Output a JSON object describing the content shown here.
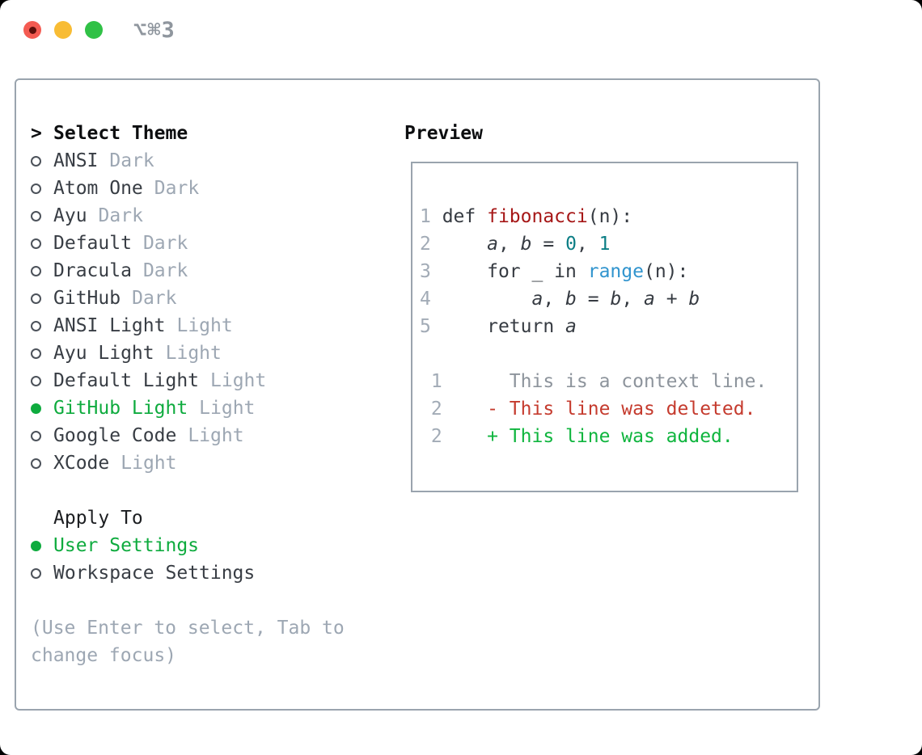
{
  "window": {
    "title": "⌥⌘3"
  },
  "colors": {
    "selection_green": "#0eab3e",
    "added_green": "#0fb53e",
    "deleted_red": "#c53b2e",
    "function_red": "#a61717",
    "number_teal": "#0c7e85",
    "builtin_blue": "#3094ce",
    "muted_gray": "#9da7b3",
    "panel_border": "#9aa4ae",
    "traffic_red": "#f45b52",
    "traffic_yellow": "#f8bc34",
    "traffic_green": "#30c146"
  },
  "icons": {
    "cursor": ">",
    "radio_unselected": "circle-outline",
    "radio_selected": "circle-filled-green"
  },
  "theme_list": {
    "cursor": ">",
    "header": "Select Theme",
    "items": [
      {
        "name": "ANSI",
        "tag": "Dark",
        "selected": false
      },
      {
        "name": "Atom One",
        "tag": "Dark",
        "selected": false
      },
      {
        "name": "Ayu",
        "tag": "Dark",
        "selected": false
      },
      {
        "name": "Default",
        "tag": "Dark",
        "selected": false
      },
      {
        "name": "Dracula",
        "tag": "Dark",
        "selected": false
      },
      {
        "name": "GitHub",
        "tag": "Dark",
        "selected": false
      },
      {
        "name": "ANSI Light",
        "tag": "Light",
        "selected": false
      },
      {
        "name": "Ayu Light",
        "tag": "Light",
        "selected": false
      },
      {
        "name": "Default Light",
        "tag": "Light",
        "selected": false
      },
      {
        "name": "GitHub Light",
        "tag": "Light",
        "selected": true
      },
      {
        "name": "Google Code",
        "tag": "Light",
        "selected": false
      },
      {
        "name": "XCode",
        "tag": "Light",
        "selected": false
      }
    ]
  },
  "apply_to": {
    "header": "Apply To",
    "items": [
      {
        "label": "User Settings",
        "selected": true
      },
      {
        "label": "Workspace Settings",
        "selected": false
      }
    ]
  },
  "help": {
    "text": "(Use Enter to select, Tab to change focus)"
  },
  "preview": {
    "header": "Preview",
    "lines": [
      {
        "segs": [
          {
            "t": "1 ",
            "c": "ln"
          },
          {
            "t": "def ",
            "c": "code"
          },
          {
            "t": "fibonacci",
            "c": "fn"
          },
          {
            "t": "(n):",
            "c": "code"
          }
        ]
      },
      {
        "segs": [
          {
            "t": "2 ",
            "c": "ln"
          },
          {
            "t": "    ",
            "c": "code"
          },
          {
            "t": "a",
            "c": "var"
          },
          {
            "t": ", ",
            "c": "code"
          },
          {
            "t": "b",
            "c": "var"
          },
          {
            "t": " = ",
            "c": "code"
          },
          {
            "t": "0",
            "c": "num"
          },
          {
            "t": ", ",
            "c": "code"
          },
          {
            "t": "1",
            "c": "num"
          }
        ]
      },
      {
        "segs": [
          {
            "t": "3 ",
            "c": "ln"
          },
          {
            "t": "    for _ in ",
            "c": "code"
          },
          {
            "t": "range",
            "c": "call"
          },
          {
            "t": "(n):",
            "c": "code"
          }
        ]
      },
      {
        "segs": [
          {
            "t": "4 ",
            "c": "ln"
          },
          {
            "t": "        ",
            "c": "code"
          },
          {
            "t": "a",
            "c": "var"
          },
          {
            "t": ", ",
            "c": "code"
          },
          {
            "t": "b",
            "c": "var"
          },
          {
            "t": " = ",
            "c": "code"
          },
          {
            "t": "b",
            "c": "var"
          },
          {
            "t": ", ",
            "c": "code"
          },
          {
            "t": "a",
            "c": "var"
          },
          {
            "t": " + ",
            "c": "code"
          },
          {
            "t": "b",
            "c": "var"
          }
        ]
      },
      {
        "segs": [
          {
            "t": "5 ",
            "c": "ln"
          },
          {
            "t": "    return ",
            "c": "code"
          },
          {
            "t": "a",
            "c": "var"
          }
        ]
      },
      {
        "segs": []
      },
      {
        "segs": [
          {
            "t": " 1",
            "c": "ln"
          },
          {
            "t": "      This is a context line.",
            "c": "ctx"
          }
        ]
      },
      {
        "segs": [
          {
            "t": " 2",
            "c": "ln"
          },
          {
            "t": "    - This line was deleted.",
            "c": "del"
          }
        ]
      },
      {
        "segs": [
          {
            "t": " 2",
            "c": "ln"
          },
          {
            "t": "    + This line was added.",
            "c": "add"
          }
        ]
      }
    ]
  }
}
